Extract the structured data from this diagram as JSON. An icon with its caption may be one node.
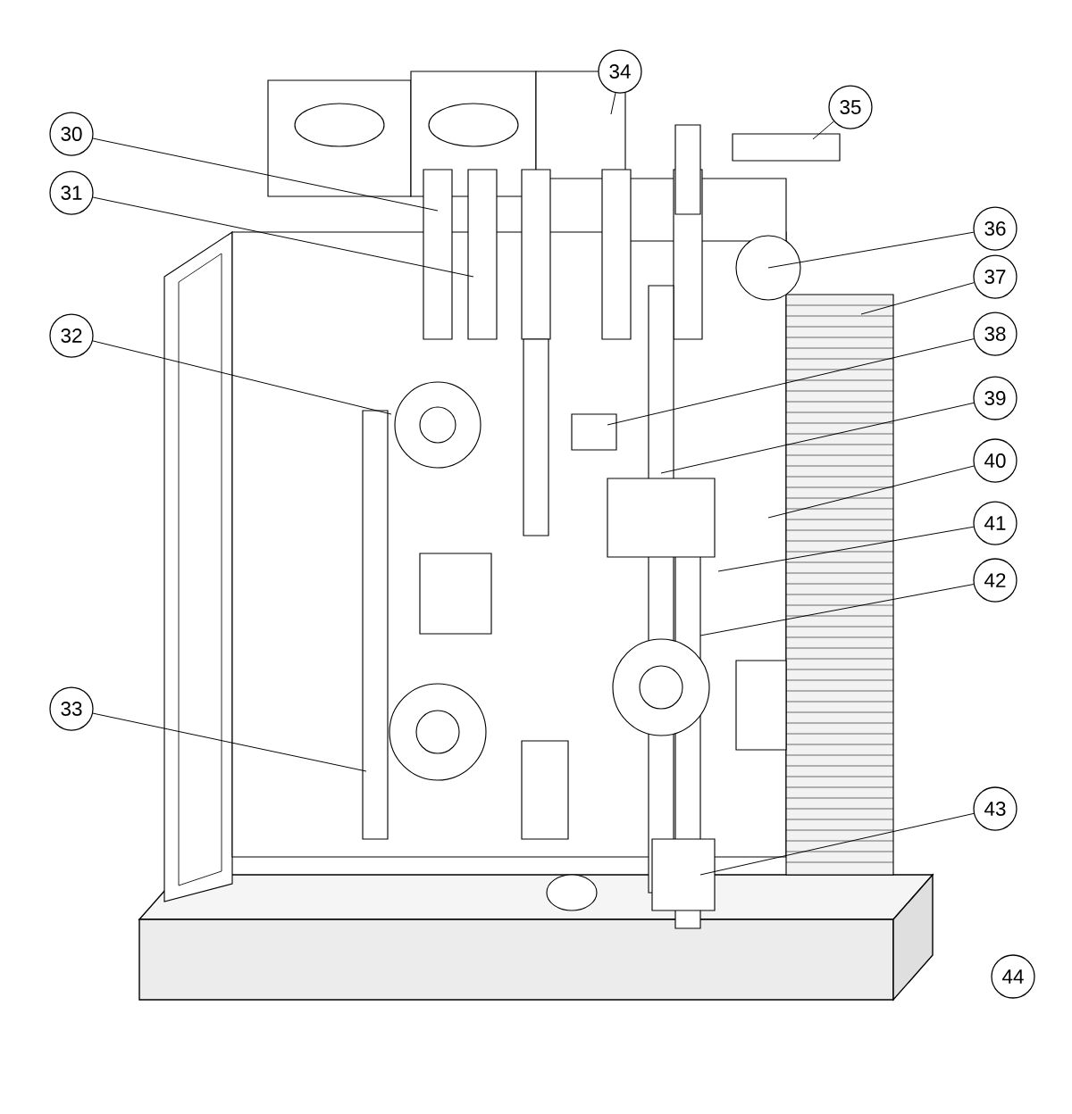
{
  "diagram": {
    "nodes": [
      {
        "text": [
          "30"
        ]
      },
      {
        "text": [
          "31"
        ]
      },
      {
        "text": [
          "32"
        ]
      },
      {
        "text": [
          "33"
        ]
      },
      {
        "text": [
          "34"
        ]
      },
      {
        "text": [
          "35"
        ]
      },
      {
        "text": [
          "36"
        ]
      },
      {
        "text": [
          "37"
        ]
      },
      {
        "text": [
          "38"
        ]
      },
      {
        "text": [
          "39"
        ]
      },
      {
        "text": [
          "40"
        ]
      },
      {
        "text": [
          "41"
        ]
      },
      {
        "text": [
          "42"
        ]
      },
      {
        "text": [
          "43"
        ]
      },
      {
        "text": [
          "44"
        ]
      }
    ],
    "edges": [
      {
        "from": 0,
        "to": null,
        "arrow": "none"
      },
      {
        "from": 1,
        "to": null,
        "arrow": "none"
      },
      {
        "from": 2,
        "to": null,
        "arrow": "none"
      },
      {
        "from": 3,
        "to": null,
        "arrow": "none"
      },
      {
        "from": 4,
        "to": null,
        "arrow": "none"
      },
      {
        "from": 5,
        "to": null,
        "arrow": "none"
      },
      {
        "from": 6,
        "to": null,
        "arrow": "none"
      },
      {
        "from": 7,
        "to": null,
        "arrow": "none"
      },
      {
        "from": 8,
        "to": null,
        "arrow": "none"
      },
      {
        "from": 9,
        "to": null,
        "arrow": "none"
      },
      {
        "from": 10,
        "to": null,
        "arrow": "none"
      },
      {
        "from": 11,
        "to": null,
        "arrow": "none"
      },
      {
        "from": 12,
        "to": null,
        "arrow": "none"
      },
      {
        "from": 13,
        "to": null,
        "arrow": "none"
      }
    ]
  }
}
